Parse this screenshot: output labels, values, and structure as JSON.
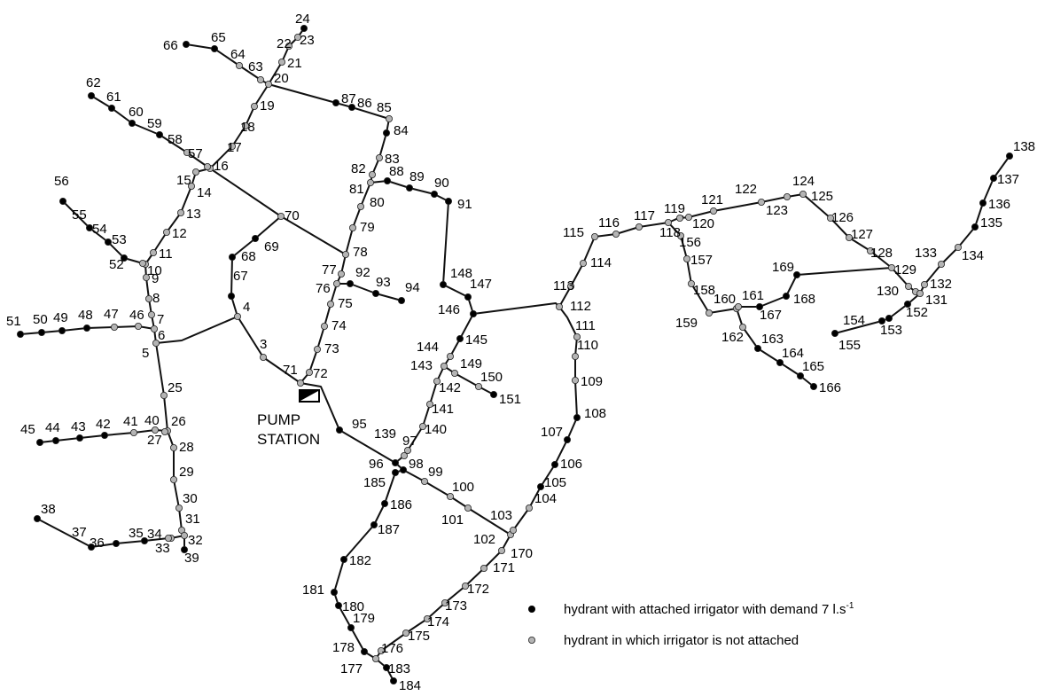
{
  "pump_station": {
    "label_line1": "PUMP",
    "label_line2": "STATION"
  },
  "legend": {
    "attached": {
      "text": "hydrant with attached irrigator with demand 7 l.s",
      "unit_superscript": "-1",
      "color": "#000000"
    },
    "not_attached": {
      "text": "hydrant in which irrigator is not attached",
      "color": "#b4b4b4"
    }
  },
  "colors": {
    "pipe": "#111111",
    "attached_fill": "#000000",
    "not_attached_fill": "#b4b4b4"
  },
  "hydrants_attached": [
    "24",
    "65",
    "66",
    "62",
    "61",
    "60",
    "59",
    "56",
    "55",
    "54",
    "53",
    "51",
    "50",
    "49",
    "48",
    "45",
    "44",
    "43",
    "42",
    "38",
    "37",
    "36",
    "35",
    "39",
    "87",
    "86",
    "84",
    "88",
    "89",
    "90",
    "91",
    "68",
    "69",
    "67",
    "92",
    "93",
    "94",
    "148",
    "147",
    "146",
    "145",
    "151",
    "95",
    "96",
    "98",
    "185",
    "186",
    "187",
    "182",
    "181",
    "180",
    "179",
    "178",
    "183",
    "184",
    "108",
    "107",
    "106",
    "105",
    "169",
    "168",
    "167",
    "155",
    "154",
    "153",
    "152",
    "138",
    "137",
    "136",
    "135",
    "163",
    "164",
    "165",
    "166"
  ]
}
